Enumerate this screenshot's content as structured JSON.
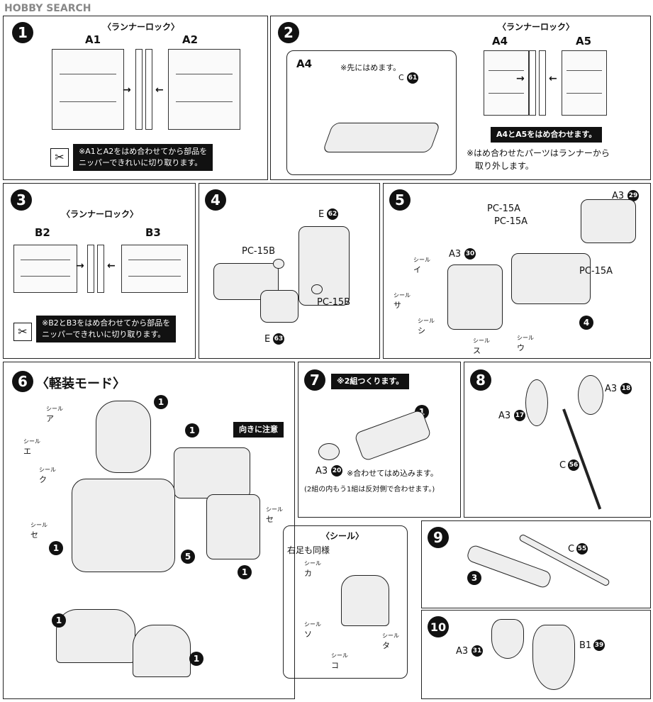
{
  "header": {
    "logo": "HOBBY SEARCH"
  },
  "steps": {
    "s1": {
      "num": "1",
      "title": "〈ランナーロック〉",
      "left": "A1",
      "right": "A2",
      "note_line1": "※A1とA2をはめ合わせてから部品を",
      "note_line2": "ニッパーできれいに切り取ります。"
    },
    "s2": {
      "num": "2",
      "title": "〈ランナーロック〉",
      "runner": "A4",
      "hint": "※先にはめます。",
      "part": "C",
      "part_no": "61",
      "left": "A4",
      "right": "A5",
      "note": "A4とA5をはめ合わせます。",
      "note2_line1": "※はめ合わせたパーツはランナーから",
      "note2_line2": "取り外します。"
    },
    "s3": {
      "num": "3",
      "title": "〈ランナーロック〉",
      "left": "B2",
      "right": "B3",
      "note_line1": "※B2とB3をはめ合わせてから部品を",
      "note_line2": "ニッパーできれいに切り取ります。"
    },
    "s4": {
      "num": "4",
      "part_top": "E",
      "part_top_no": "62",
      "pc_left": "PC-15B",
      "pc_right": "PC-15B",
      "part_bottom": "E",
      "part_bottom_no": "63"
    },
    "s5": {
      "num": "5",
      "pc1": "PC-15A",
      "pc2": "PC-15A",
      "pc3": "PC-15A",
      "a3_top": "A3",
      "a3_top_no": "29",
      "a3_mid": "A3",
      "a3_mid_no": "30",
      "seal": "シール",
      "seal_i": "イ",
      "seal_sa": "サ",
      "seal_shi": "シ",
      "seal_su": "ス",
      "seal_u": "ウ",
      "ref": "4"
    },
    "s6": {
      "num": "6",
      "title": "〈軽装モード〉",
      "seal": "シール",
      "seal_a": "ア",
      "seal_e": "エ",
      "seal_ku": "ク",
      "seal_se": "セ",
      "seal_se2": "セ",
      "caution": "向きに注意",
      "ref1": "1",
      "ref5": "5",
      "sub_title": "〈シール〉",
      "sub_note": "右足も同様",
      "seal_ka": "カ",
      "seal_so": "ソ",
      "seal_ta": "タ",
      "seal_ko": "コ"
    },
    "s7": {
      "num": "7",
      "note": "※2組つくります。",
      "part": "A3",
      "part_no": "20",
      "hint": "※合わせてはめ込みます。",
      "hint2": "(2組の内もう1組は反対側で合わせます。)",
      "ref": "1"
    },
    "s8": {
      "num": "8",
      "a3_top": "A3",
      "a3_top_no": "18",
      "a3_mid": "A3",
      "a3_mid_no": "17",
      "c": "C",
      "c_no": "56"
    },
    "s9": {
      "num": "9",
      "c": "C",
      "c_no": "55",
      "ref": "3"
    },
    "s10": {
      "num": "10",
      "a3": "A3",
      "a3_no": "31",
      "b1": "B1",
      "b1_no": "39"
    }
  }
}
